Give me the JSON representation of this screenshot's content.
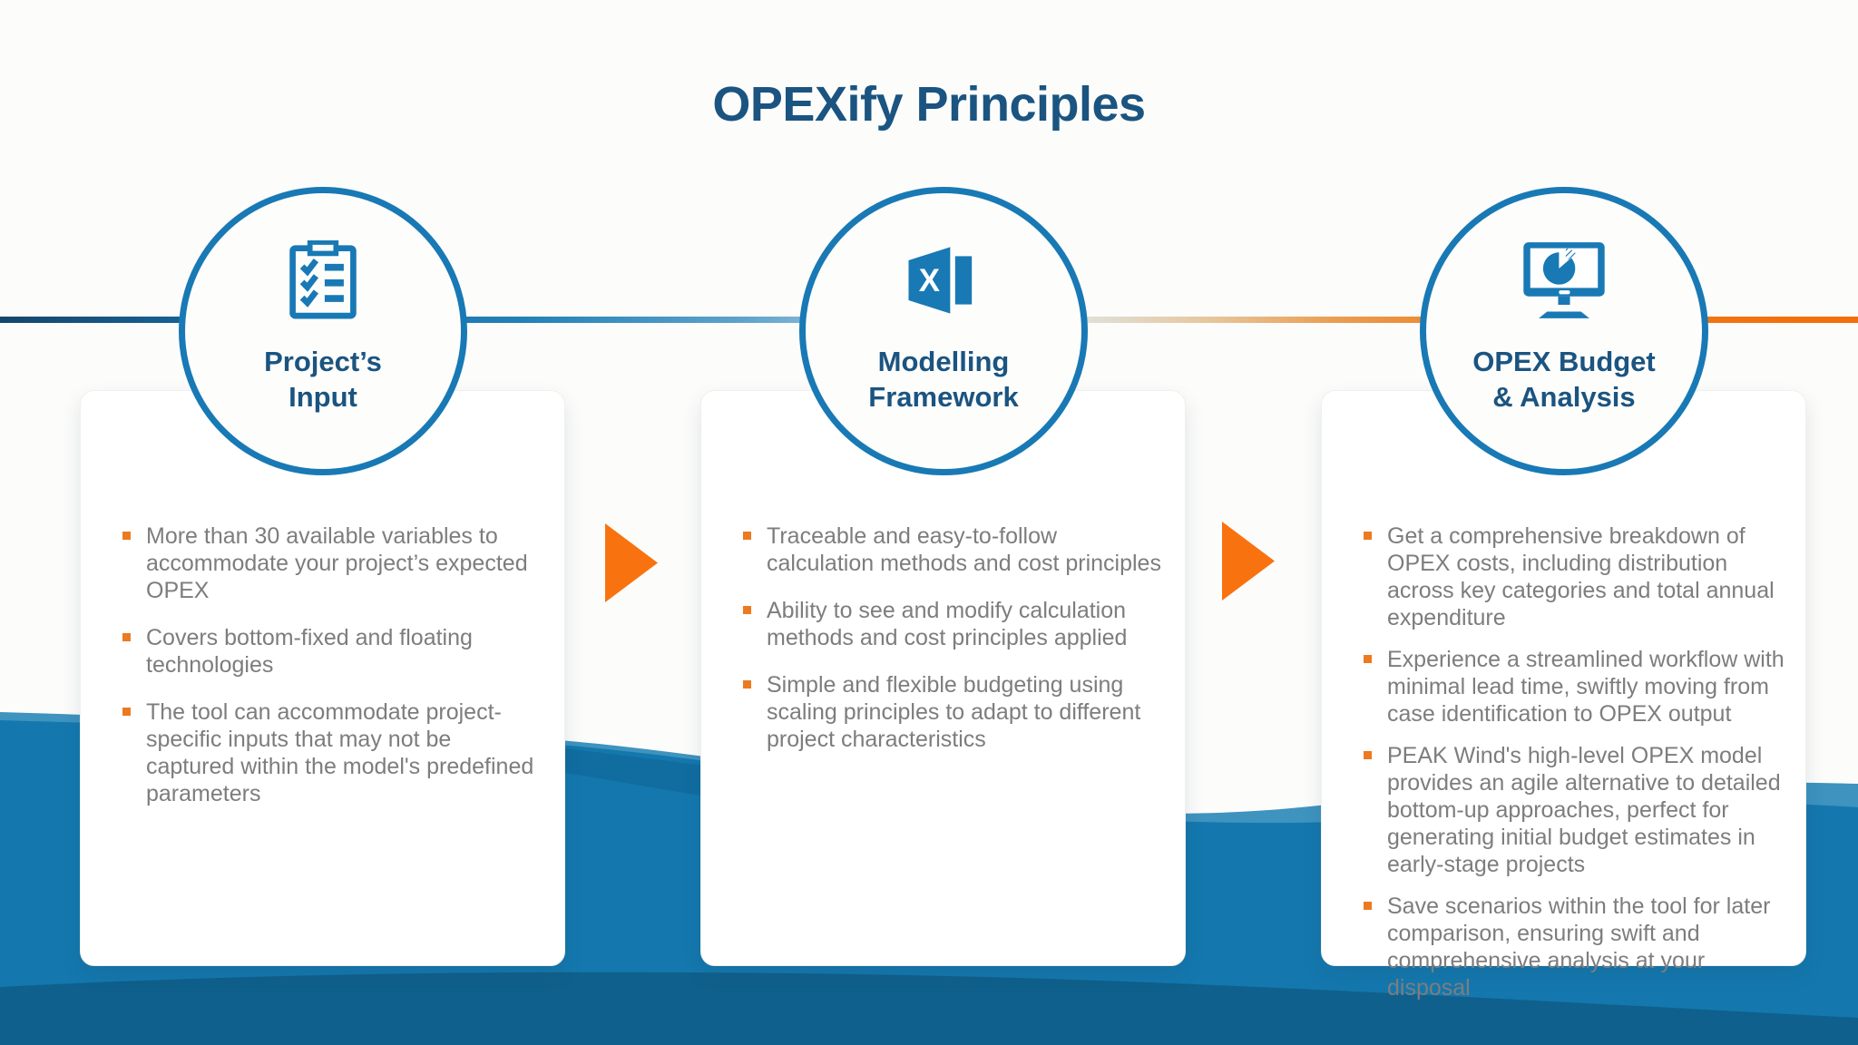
{
  "title": "OPEXify Principles",
  "steps": [
    {
      "icon": "clipboard-checklist-icon",
      "label_line1": "Project’s",
      "label_line2": "Input"
    },
    {
      "icon": "excel-icon",
      "label_line1": "Modelling",
      "label_line2": "Framework"
    },
    {
      "icon": "monitor-pie-chart-icon",
      "label_line1": "OPEX Budget",
      "label_line2": "& Analysis"
    }
  ],
  "cards": [
    {
      "bullets": [
        "More than 30 available variables to accommodate your project’s expected OPEX",
        "Covers bottom-fixed and floating technologies",
        "The tool can accommodate project-specific inputs that may not be captured within the model's predefined parameters"
      ]
    },
    {
      "bullets": [
        "Traceable and easy-to-follow calculation methods and cost principles",
        "Ability to see and modify calculation methods and cost principles applied",
        "Simple and flexible budgeting using scaling principles to adapt to different project characteristics"
      ]
    },
    {
      "bullets": [
        "Get a comprehensive breakdown of OPEX costs, including distribution across key categories and total annual expenditure",
        "Experience a streamlined workflow with minimal lead time, swiftly moving from case identification to OPEX output",
        "PEAK Wind's high-level OPEX model provides an agile alternative to detailed bottom-up approaches, perfect for generating initial budget estimates in early-stage projects",
        "Save scenarios within the tool for later comparison, ensuring swift and comprehensive analysis at your disposal"
      ]
    }
  ],
  "arrow_icon": "triangle-right-icon",
  "colors": {
    "title_navy": "#1B5480",
    "circle_blue": "#1879B5",
    "arrow_orange": "#F8730F",
    "bullet_orange": "#EC7A21",
    "body_text_gray": "#7D7D7F",
    "wave_blue": "#1478AE",
    "wave_light_blue": "#3E93BF",
    "wave_dark_blue": "#0F608C",
    "line_gradient_start": "#15466B",
    "line_gradient_end": "#F26E0A"
  }
}
